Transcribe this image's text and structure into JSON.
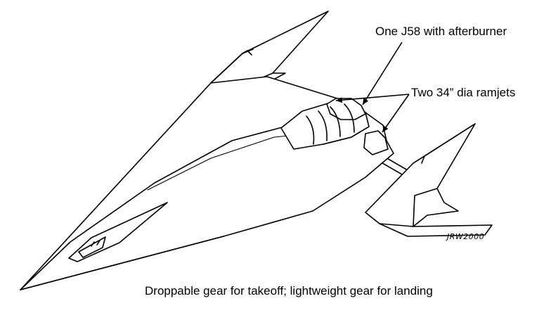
{
  "labels": {
    "engine": "One J58 with afterburner",
    "ramjets": "Two 34” dia ramjets",
    "gear": "Droppable gear for takeoff; lightweight gear for landing"
  },
  "signature": "JRW2000",
  "colors": {
    "line": "#000000",
    "background": "#ffffff"
  }
}
